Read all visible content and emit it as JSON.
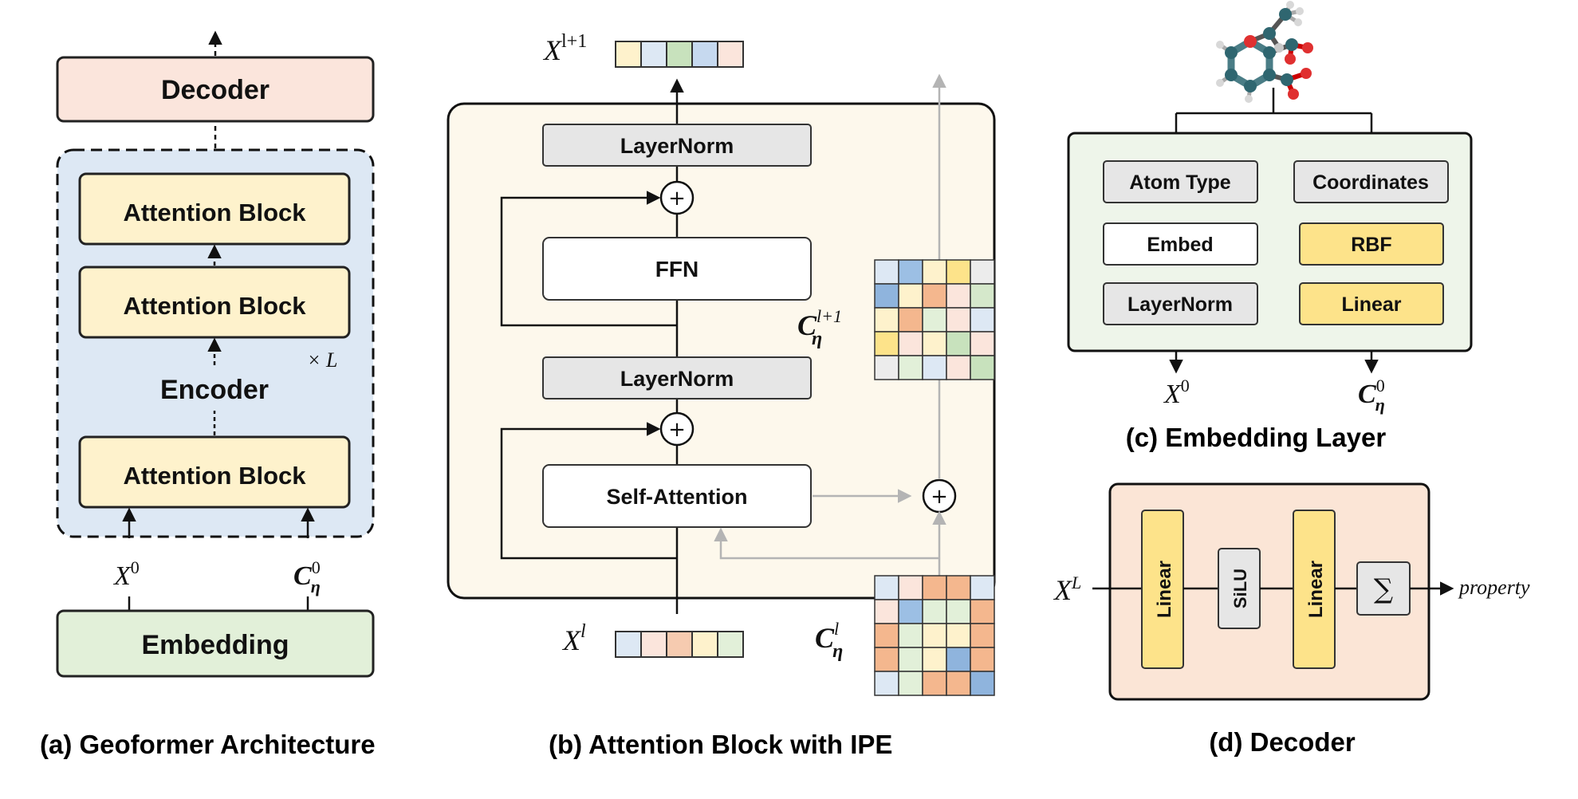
{
  "panel_a": {
    "decoder": "Decoder",
    "attention_block_1": "Attention Block",
    "attention_block_2": "Attention Block",
    "attention_block_3": "Attention Block",
    "encoder": "Encoder",
    "repeat": "× L",
    "x0": "X",
    "x0_sup": "0",
    "c0": "C",
    "c0_sup": "0",
    "c0_sub": "η",
    "embedding": "Embedding",
    "caption": "(a) Geoformer Architecture"
  },
  "panel_b": {
    "x_out": "X",
    "x_out_sup": "l+1",
    "layernorm_top": "LayerNorm",
    "ffn": "FFN",
    "layernorm_mid": "LayerNorm",
    "self_attention": "Self-Attention",
    "plus": "+",
    "c_out": "C",
    "c_out_sup": "l+1",
    "c_out_sub": "η",
    "x_in": "X",
    "x_in_sup": "l",
    "c_in": "C",
    "c_in_sup": "l",
    "c_in_sub": "η",
    "caption": "(b) Attention Block with IPE"
  },
  "panel_c": {
    "atom_type": "Atom Type",
    "coordinates": "Coordinates",
    "embed": "Embed",
    "rbf": "RBF",
    "layernorm": "LayerNorm",
    "linear": "Linear",
    "x0": "X",
    "x0_sup": "0",
    "c0": "C",
    "c0_sup": "0",
    "c0_sub": "η",
    "caption": "(c) Embedding Layer"
  },
  "panel_d": {
    "xl": "X",
    "xl_sup": "L",
    "linear_1": "Linear",
    "silu": "SiLU",
    "linear_2": "Linear",
    "sum": "∑",
    "property": "property",
    "caption": "(d) Decoder"
  },
  "colors": {
    "orange_box": "#fbe5dc",
    "yellow_box": "#fef2cc",
    "blue_panel": "#dde8f4",
    "green_box": "#e2f0d9",
    "cream_panel": "#fdf8ec",
    "gray_box": "#e6e6e6",
    "gold_box": "#fde38a",
    "light_green_panel": "#eef5ea",
    "decoder_panel": "#fbe5d6",
    "arrow_gray": "#b4b4b4"
  }
}
